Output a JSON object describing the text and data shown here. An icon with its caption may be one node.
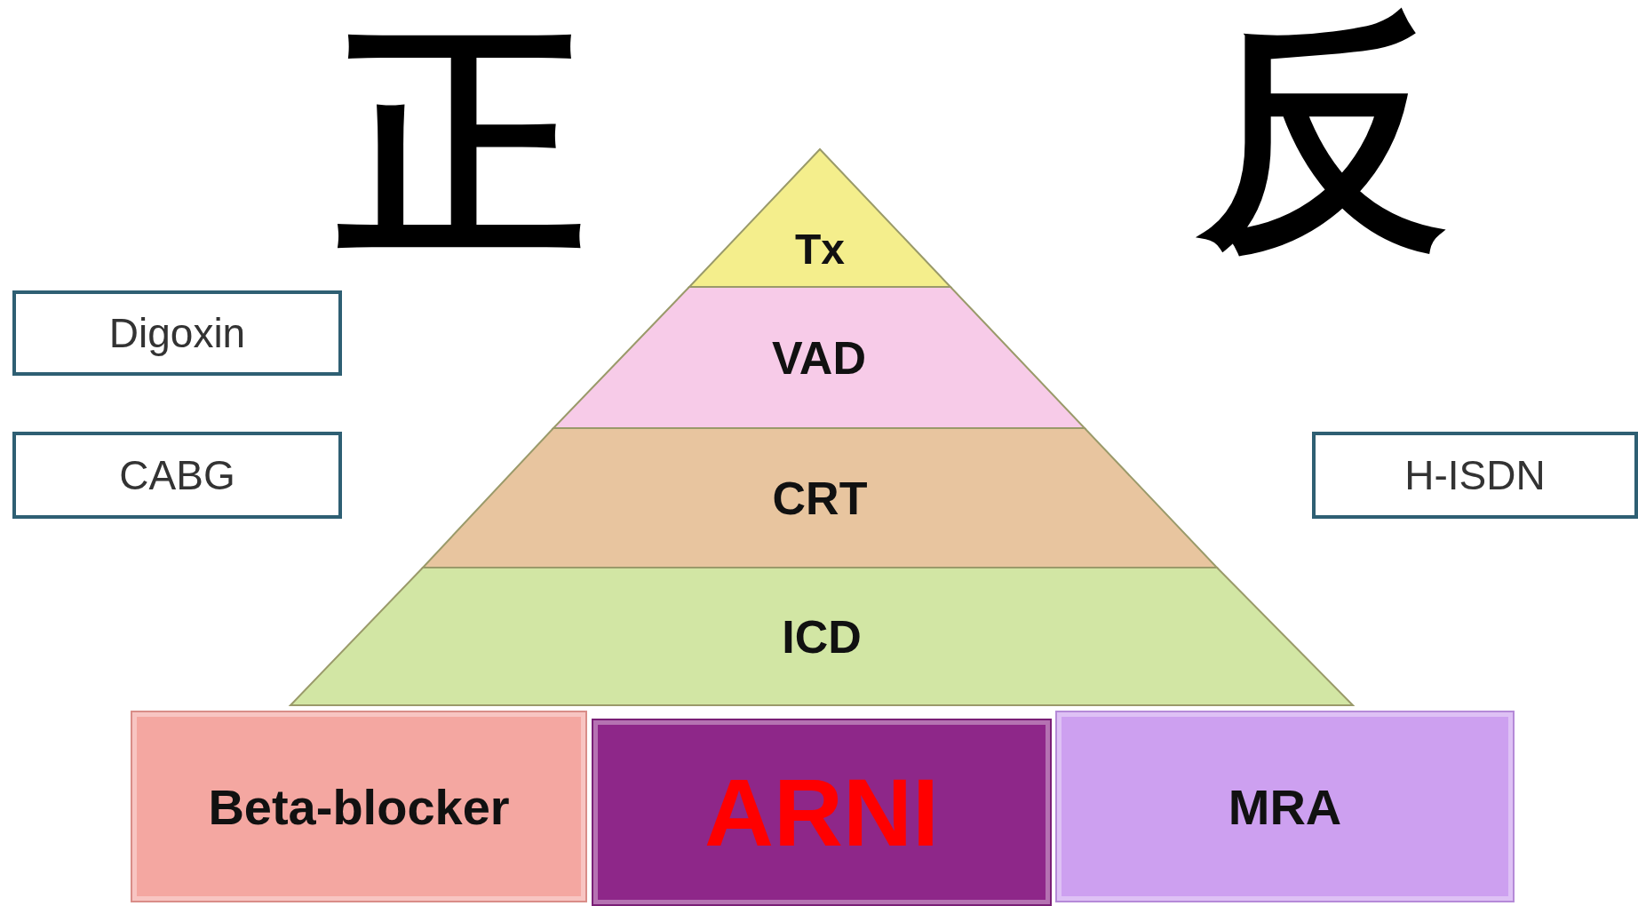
{
  "diagram": {
    "nodes": [
      {
        "text": [
          "Tx"
        ]
      },
      {
        "text": [
          "VAD"
        ]
      },
      {
        "text": [
          "CRT"
        ]
      },
      {
        "text": [
          "ICD"
        ]
      },
      {
        "text": [
          "Beta-blocker"
        ]
      },
      {
        "text": [
          "ARNI"
        ]
      },
      {
        "text": [
          "MRA"
        ]
      },
      {
        "text": [
          "Digoxin"
        ]
      },
      {
        "text": [
          "CABG"
        ]
      },
      {
        "text": [
          "H-ISDN"
        ]
      }
    ],
    "labels": [
      "正",
      "反"
    ]
  }
}
